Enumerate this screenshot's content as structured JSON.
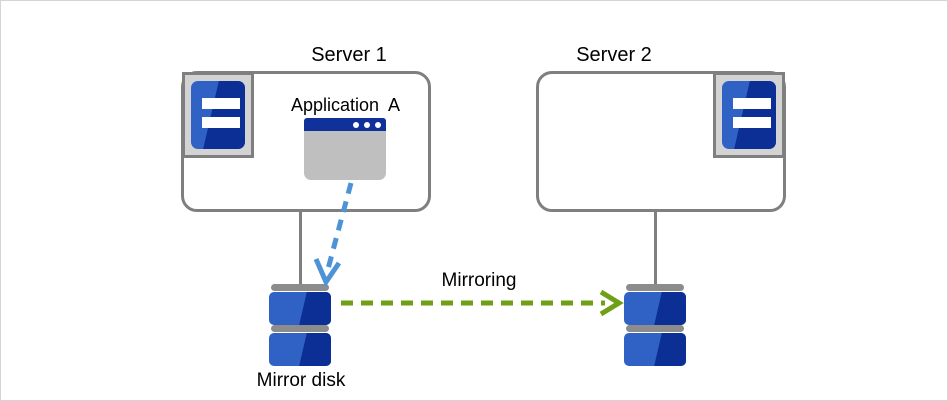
{
  "diagram": {
    "title_server1": "Server 1",
    "title_server2": "Server 2",
    "application_label": "Application  A",
    "mirror_disk_label": "Mirror disk",
    "mirroring_label": "Mirroring",
    "colors": {
      "server_border": "#7f7f7f",
      "icon_blue": "#2f62c4",
      "icon_blue_dark": "#0b2f94",
      "icon_frame_gray": "#d3d3d3",
      "window_body_gray": "#bfbfbf",
      "window_titlebar": "#10319a",
      "disk_plate_gray": "#8c8c8c",
      "write_arrow_blue": "#4d94d6",
      "mirroring_arrow_green": "#6f9f16",
      "page_border": "#d4d4d4",
      "background": "#ffffff",
      "text": "#000000"
    },
    "icons": {
      "server_unit": "server-unit-icon",
      "application_window": "application-window-icon",
      "disk_stack": "disk-stack-icon",
      "write_arrow": "write-arrow-icon",
      "mirroring_arrow": "mirroring-arrow-icon"
    }
  }
}
